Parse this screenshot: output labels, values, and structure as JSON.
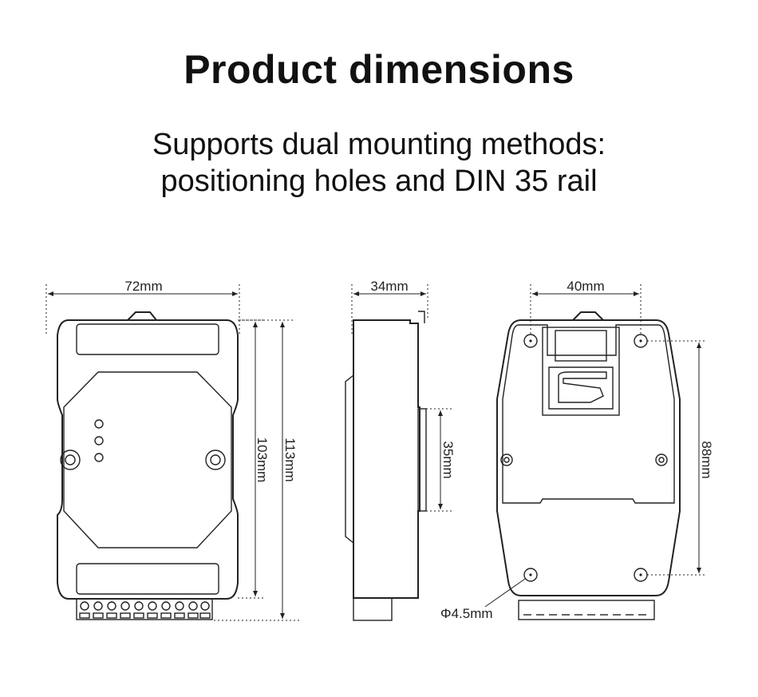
{
  "header": {
    "title": "Product dimensions",
    "subtitle_line1": "Supports dual mounting methods:",
    "subtitle_line2": "positioning holes and DIN 35 rail"
  },
  "front_view": {
    "width_label": "72mm",
    "body_height_label": "103mm",
    "total_height_label": "113mm"
  },
  "side_view": {
    "depth_label": "34mm",
    "rail_label": "35mm"
  },
  "back_view": {
    "hole_spacing_label": "40mm",
    "hole_vertical_label": "88mm",
    "hole_diameter_label": "Φ4.5mm"
  },
  "colors": {
    "line": "#222222",
    "background": "#ffffff"
  }
}
